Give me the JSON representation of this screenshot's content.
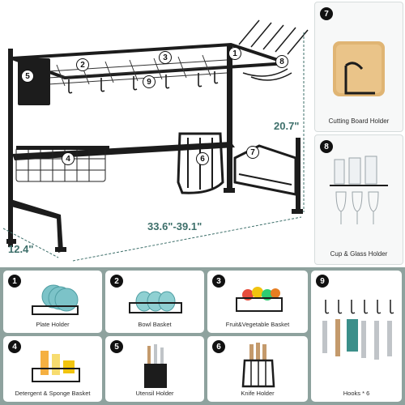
{
  "dimensions": {
    "height": "20.7\"",
    "width": "33.6\"-39.1\"",
    "depth": "12.4\""
  },
  "callouts": [
    "1",
    "2",
    "3",
    "4",
    "5",
    "6",
    "7",
    "8",
    "9"
  ],
  "side_cards": [
    {
      "number": "7",
      "label": "Cutting Board Holder"
    },
    {
      "number": "8",
      "label": "Cup & Glass Holder"
    }
  ],
  "bottom_cards": [
    {
      "number": "1",
      "label": "Plate Holder"
    },
    {
      "number": "2",
      "label": "Bowl Basket"
    },
    {
      "number": "3",
      "label": "Fruit&Vegetable Basket"
    },
    {
      "number": "4",
      "label": "Detergent & Sponge Basket"
    },
    {
      "number": "5",
      "label": "Utensil Holder"
    },
    {
      "number": "6",
      "label": "Knife Holder"
    },
    {
      "number": "9",
      "label": "Hooks * 6"
    }
  ],
  "colors": {
    "accent": "#3d6f6a",
    "panel": "#8ea29e",
    "metal": "#1c1c1c"
  }
}
